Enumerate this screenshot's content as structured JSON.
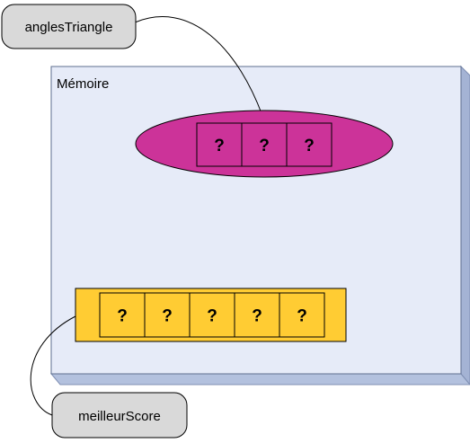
{
  "colors": {
    "memory_fill": "#e6ebf8",
    "memory_shadow": "#b3c1de",
    "ellipse_fill": "#cc3399",
    "array_fill": "#ffcc33",
    "callout_fill": "#d9d9d9",
    "cell_border": "#000000"
  },
  "memory": {
    "label": "Mémoire"
  },
  "arrays": {
    "anglesTriangle": {
      "name": "anglesTriangle",
      "cells": [
        "?",
        "?",
        "?"
      ]
    },
    "meilleurScore": {
      "name": "meilleurScore",
      "cells": [
        "?",
        "?",
        "?",
        "?",
        "?"
      ]
    }
  }
}
